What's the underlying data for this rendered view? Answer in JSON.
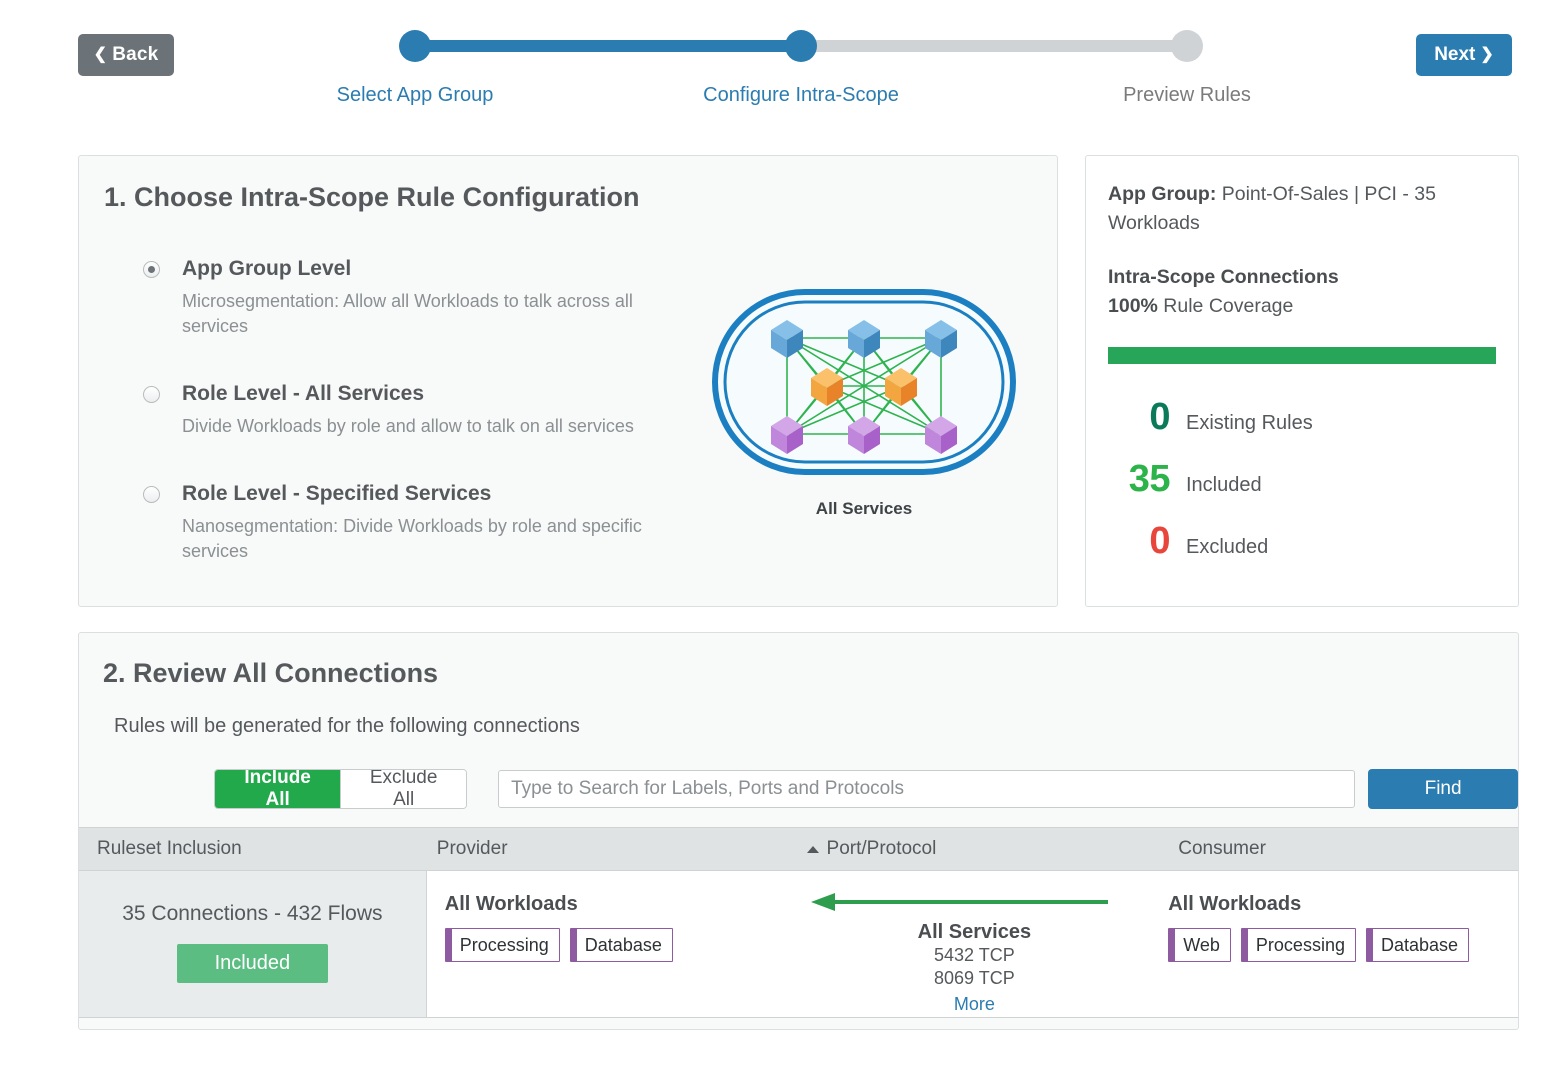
{
  "header": {
    "back_label": "Back",
    "back_icon": "chevron-left-icon",
    "next_label": "Next",
    "next_icon": "chevron-right-icon",
    "steps": [
      {
        "label": "Select App Group",
        "state": "complete"
      },
      {
        "label": "Configure Intra-Scope",
        "state": "current"
      },
      {
        "label": "Preview Rules",
        "state": "upcoming"
      }
    ],
    "accent_color": "#2b7cb0",
    "inactive_color": "#cfd3d6"
  },
  "section1": {
    "title": "1. Choose Intra-Scope Rule Configuration",
    "options": [
      {
        "title": "App Group Level",
        "desc": "Microsegmentation: Allow all Workloads to talk across all services",
        "selected": true
      },
      {
        "title": "Role Level - All Services",
        "desc": "Divide Workloads by role and allow to talk on all services",
        "selected": false
      },
      {
        "title": "Role Level - Specified Services",
        "desc": "Nanosegmentation: Divide Workloads by role and specific services",
        "selected": false
      }
    ],
    "illustration": {
      "caption": "All Services",
      "node_colors": {
        "top": "#5b9bd5",
        "middle": "#f0932b",
        "bottom": "#b56ccf"
      },
      "link_color": "#2eb350",
      "boundary_color": "#1b7fc2"
    }
  },
  "summary": {
    "app_group_label": "App Group:",
    "app_group_value": "Point-Of-Sales | PCI - 35 Workloads",
    "connections_title": "Intra-Scope Connections",
    "coverage_value": "100%",
    "coverage_label": "Rule Coverage",
    "coverage_percent": 100,
    "coverage_bar_color": "#27a65a",
    "stats": [
      {
        "value": "0",
        "label": "Existing Rules",
        "color": "#0b7a5a"
      },
      {
        "value": "35",
        "label": "Included",
        "color": "#2cb34a"
      },
      {
        "value": "0",
        "label": "Excluded",
        "color": "#e8453c"
      }
    ]
  },
  "section2": {
    "title": "2. Review All Connections",
    "subtitle": "Rules will be generated for the following connections",
    "include_all_label": "Include All",
    "exclude_all_label": "Exclude All",
    "search_placeholder": "Type to Search for Labels, Ports and Protocols",
    "search_value": "",
    "find_label": "Find",
    "columns": [
      {
        "key": "inclusion",
        "label": "Ruleset Inclusion",
        "sorted": false
      },
      {
        "key": "provider",
        "label": "Provider",
        "sorted": false
      },
      {
        "key": "port",
        "label": "Port/Protocol",
        "sorted": true,
        "sort_dir": "asc"
      },
      {
        "key": "consumer",
        "label": "Consumer",
        "sorted": false
      }
    ],
    "rows": [
      {
        "connections_text": "35 Connections - 432 Flows",
        "inclusion_badge": "Included",
        "inclusion_badge_color": "#5cbd82",
        "provider_title": "All Workloads",
        "provider_chips": [
          "Processing",
          "Database"
        ],
        "direction_icon": "left-arrow-icon",
        "service_title": "All Services",
        "ports": [
          "5432 TCP",
          "8069 TCP"
        ],
        "more_label": "More",
        "consumer_title": "All Workloads",
        "consumer_chips": [
          "Web",
          "Processing",
          "Database"
        ]
      }
    ]
  }
}
